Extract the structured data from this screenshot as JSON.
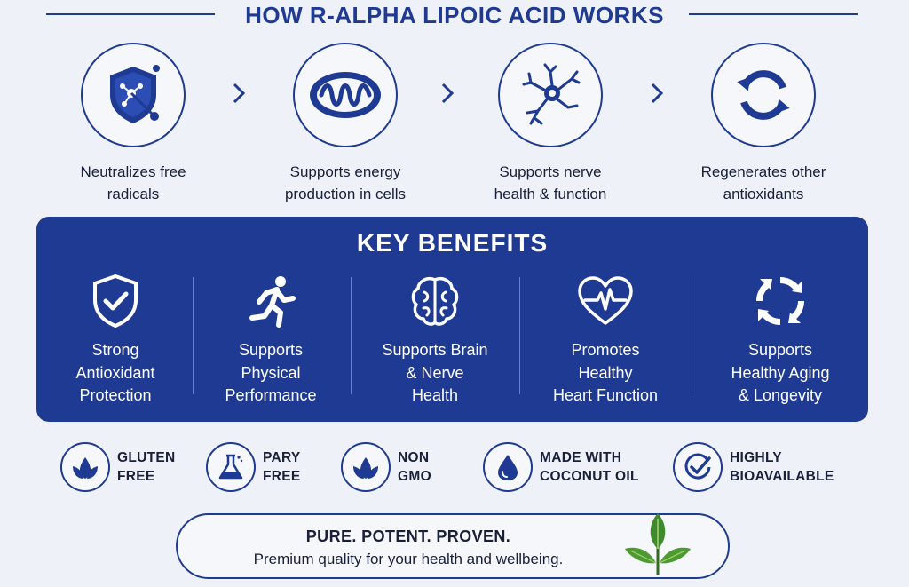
{
  "header": {
    "title": "HOW R-ALPHA LIPOIC ACID WORKS"
  },
  "steps": [
    {
      "icon": "shield-molecule-icon",
      "line1": "Neutralizes free",
      "line2": "radicals"
    },
    {
      "icon": "mitochondria-icon",
      "line1": "Supports energy",
      "line2": "production in cells"
    },
    {
      "icon": "neuron-icon",
      "line1": "Supports nerve",
      "line2": "health & function"
    },
    {
      "icon": "cycle-arrows-icon",
      "line1": "Regenerates other",
      "line2": "antioxidants"
    }
  ],
  "benefits": {
    "title": "KEY BENEFITS",
    "items": [
      {
        "icon": "shield-check-icon",
        "line1": "Strong",
        "line2": "Antioxidant",
        "line3": "Protection"
      },
      {
        "icon": "runner-icon",
        "line1": "Supports",
        "line2": "Physical",
        "line3": "Performance"
      },
      {
        "icon": "brain-icon",
        "line1": "Supports Brain",
        "line2": "& Nerve",
        "line3": "Health"
      },
      {
        "icon": "heartbeat-icon",
        "line1": "Promotes",
        "line2": "Healthy",
        "line3": "Heart Function"
      },
      {
        "icon": "circular-arrows-icon",
        "line1": "Supports",
        "line2": "Healthy Aging",
        "line3": "& Longevity"
      }
    ]
  },
  "badges": [
    {
      "icon": "leaf-icon",
      "line1": "GLUTEN",
      "line2": "FREE"
    },
    {
      "icon": "flask-icon",
      "line1": "PARY",
      "line2": "FREE"
    },
    {
      "icon": "leaf-icon",
      "line1": "NON",
      "line2": "GMO"
    },
    {
      "icon": "drop-icon",
      "line1": "MADE WITH",
      "line2": "COCONUT OIL"
    },
    {
      "icon": "check-circle-icon",
      "line1": "HIGHLY",
      "line2": "BIOAVAILABLE"
    }
  ],
  "footer": {
    "title": "PURE. POTENT. PROVEN.",
    "subtitle": "Premium quality for your health and wellbeing."
  },
  "colors": {
    "brand_blue": "#1f3a93",
    "background": "#eef1f7",
    "text": "#1a1f3a",
    "leaf_green": "#3f8a2a"
  }
}
